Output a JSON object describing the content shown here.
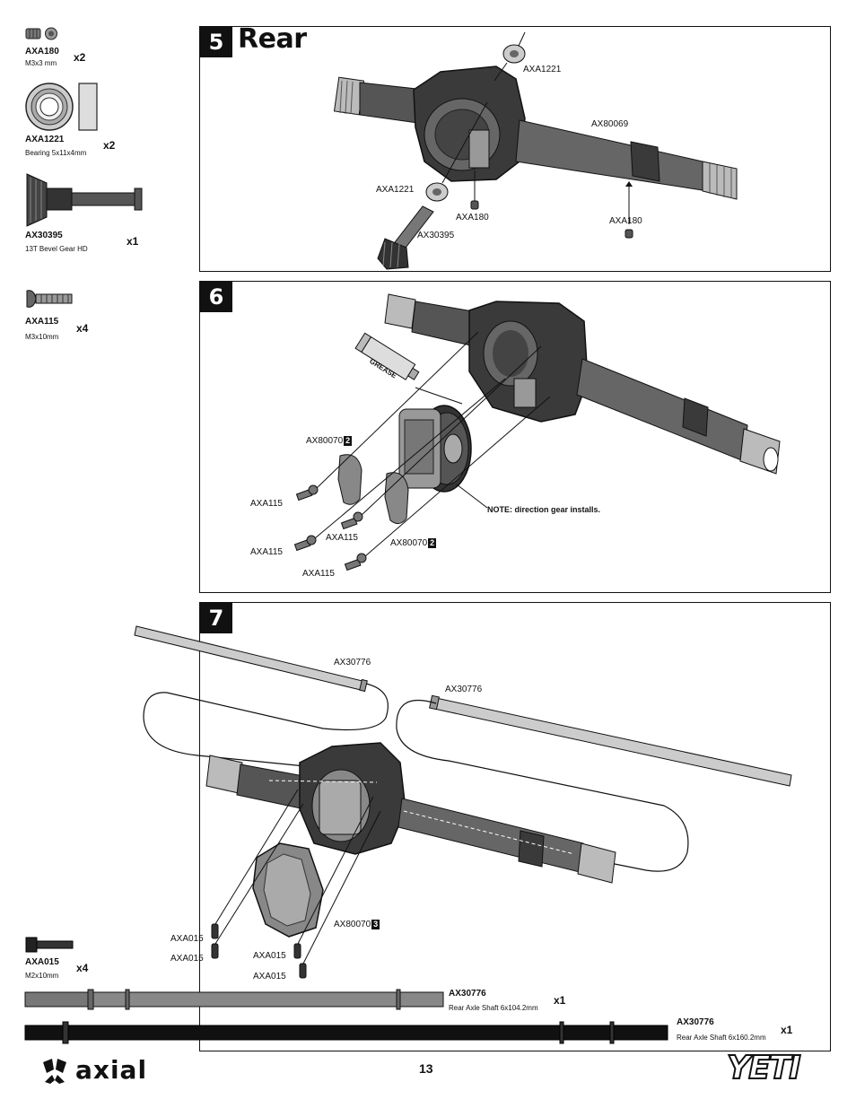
{
  "page_number": "13",
  "brand": {
    "left_logo": "axial",
    "right_logo": "YETI"
  },
  "sidebar_parts": [
    {
      "code": "AXA180",
      "desc": "M3x3  mm",
      "qty": "x2"
    },
    {
      "code": "AXA1221",
      "desc": "Bearing 5x11x4mm",
      "qty": "x2"
    },
    {
      "code": "AX30395",
      "desc": "13T Bevel Gear HD",
      "qty": "x1"
    },
    {
      "code": "AXA115",
      "desc": "M3x10mm",
      "qty": "x4"
    },
    {
      "code": "AXA015",
      "desc": "M2x10mm",
      "qty": "x4"
    }
  ],
  "bottom_parts": [
    {
      "code": "AX30776",
      "desc": "Rear Axle Shaft 6x104.2mm",
      "qty": "x1"
    },
    {
      "code": "AX30776",
      "desc": "Rear Axle Shaft 6x160.2mm",
      "qty": "x1"
    }
  ],
  "step5": {
    "number": "5",
    "title": "Rear",
    "labels": [
      "AXA1221",
      "AX80069",
      "AXA1221",
      "AXA180",
      "AXA180",
      "AX30395"
    ]
  },
  "step6": {
    "number": "6",
    "grease": "GREASE",
    "labels": [
      "AX80070",
      "AXA115",
      "AXA115",
      "AXA115",
      "AX80070",
      "AXA115"
    ],
    "tags": [
      "2",
      "2"
    ],
    "note": "NOTE: direction gear installs."
  },
  "step7": {
    "number": "7",
    "labels": [
      "AX30776",
      "AX30776",
      "AX80070",
      "AXA015",
      "AXA015",
      "AXA015",
      "AXA015"
    ],
    "tag": "3"
  }
}
